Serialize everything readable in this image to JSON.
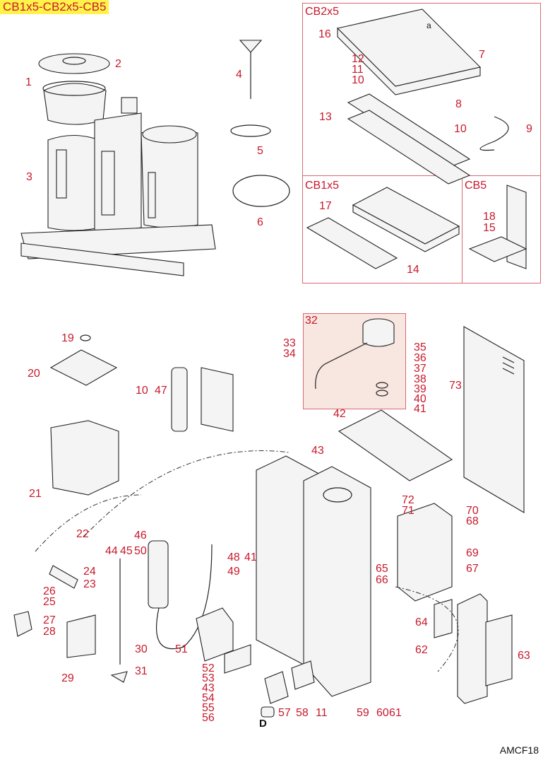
{
  "document": {
    "title": "CB1x5-CB2x5-CB5",
    "footer_code": "AMCF18",
    "accent_color": "#c8192b",
    "badge_color": "#fff34a",
    "panel_fill_32": "#f8e6e0"
  },
  "panels": [
    {
      "id": "cb2x5",
      "label": "CB2x5"
    },
    {
      "id": "cb1x5",
      "label": "CB1x5"
    },
    {
      "id": "cb5",
      "label": "CB5"
    },
    {
      "id": "spout",
      "label": "32"
    }
  ],
  "callouts": [
    {
      "n": "1"
    },
    {
      "n": "2"
    },
    {
      "n": "3"
    },
    {
      "n": "4"
    },
    {
      "n": "5"
    },
    {
      "n": "6"
    },
    {
      "n": "7"
    },
    {
      "n": "8"
    },
    {
      "n": "9"
    },
    {
      "n": "10"
    },
    {
      "n": "11"
    },
    {
      "n": "12"
    },
    {
      "n": "13"
    },
    {
      "n": "10"
    },
    {
      "n": "16"
    },
    {
      "n": "17"
    },
    {
      "n": "14"
    },
    {
      "n": "18"
    },
    {
      "n": "15"
    },
    {
      "n": "33"
    },
    {
      "n": "34"
    },
    {
      "n": "35"
    },
    {
      "n": "36"
    },
    {
      "n": "37"
    },
    {
      "n": "38"
    },
    {
      "n": "39"
    },
    {
      "n": "40"
    },
    {
      "n": "41"
    },
    {
      "n": "19"
    },
    {
      "n": "20"
    },
    {
      "n": "10"
    },
    {
      "n": "47"
    },
    {
      "n": "21"
    },
    {
      "n": "22"
    },
    {
      "n": "42"
    },
    {
      "n": "43"
    },
    {
      "n": "73"
    },
    {
      "n": "72"
    },
    {
      "n": "71"
    },
    {
      "n": "70"
    },
    {
      "n": "68"
    },
    {
      "n": "69"
    },
    {
      "n": "65"
    },
    {
      "n": "67"
    },
    {
      "n": "66"
    },
    {
      "n": "44"
    },
    {
      "n": "45"
    },
    {
      "n": "50"
    },
    {
      "n": "46"
    },
    {
      "n": "48"
    },
    {
      "n": "41"
    },
    {
      "n": "49"
    },
    {
      "n": "24"
    },
    {
      "n": "23"
    },
    {
      "n": "26"
    },
    {
      "n": "25"
    },
    {
      "n": "27"
    },
    {
      "n": "28"
    },
    {
      "n": "29"
    },
    {
      "n": "30"
    },
    {
      "n": "31"
    },
    {
      "n": "51"
    },
    {
      "n": "52"
    },
    {
      "n": "53"
    },
    {
      "n": "43"
    },
    {
      "n": "54"
    },
    {
      "n": "55"
    },
    {
      "n": "56"
    },
    {
      "n": "57"
    },
    {
      "n": "58"
    },
    {
      "n": "11"
    },
    {
      "n": "59"
    },
    {
      "n": "60"
    },
    {
      "n": "61"
    },
    {
      "n": "64"
    },
    {
      "n": "62"
    },
    {
      "n": "63"
    }
  ],
  "labels": {
    "drain": "D",
    "cord_marker": "a"
  }
}
